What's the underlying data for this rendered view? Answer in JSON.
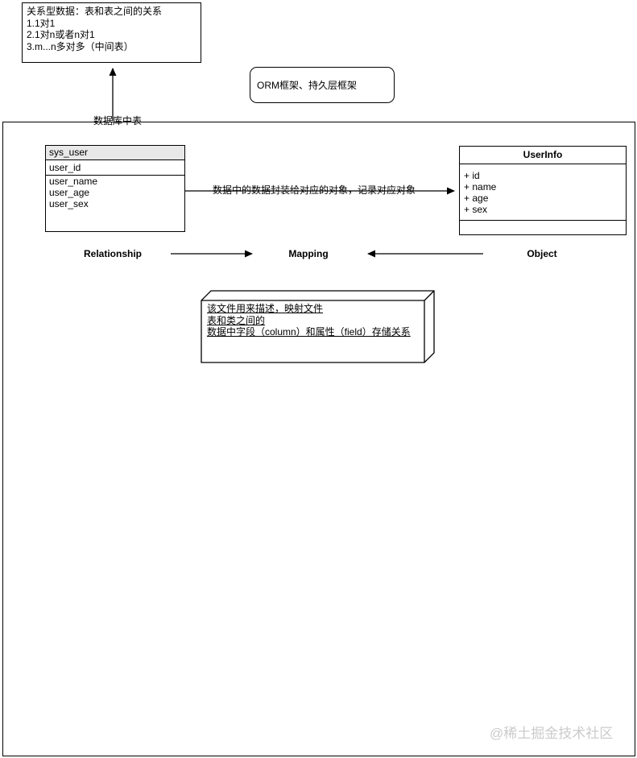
{
  "note_box": {
    "lines": [
      "关系型数据：表和表之间的关系",
      "1.1对1",
      "2.1对n或者n对1",
      "3.m...n多对多（中间表）"
    ]
  },
  "orm_box": {
    "label": "ORM框架、持久层框架"
  },
  "container": {
    "label": "数据库中表"
  },
  "table": {
    "name": "sys_user",
    "pk_field": "user_id",
    "fields": [
      "user_name",
      "user_age",
      "user_sex"
    ]
  },
  "class_box": {
    "name": "UserInfo",
    "fields": [
      "+ id",
      "+ name",
      "+ age",
      "+ sex"
    ]
  },
  "mapping_arrow": {
    "label": "数据中的数据封装给对应的对象，记录对应对象"
  },
  "concept_row": {
    "left": "Relationship",
    "middle": "Mapping",
    "right": "Object"
  },
  "cube_note": {
    "lines": [
      "该文件用来描述，映射文件",
      "表和类之间的",
      "数据中字段（column）和属性（field）存储关系"
    ]
  },
  "watermark": "@稀土掘金技术社区",
  "colors": {
    "stroke": "#000000",
    "table_header_bg": "#e8e8e8",
    "watermark": "#cbcbcb",
    "background": "#ffffff"
  }
}
